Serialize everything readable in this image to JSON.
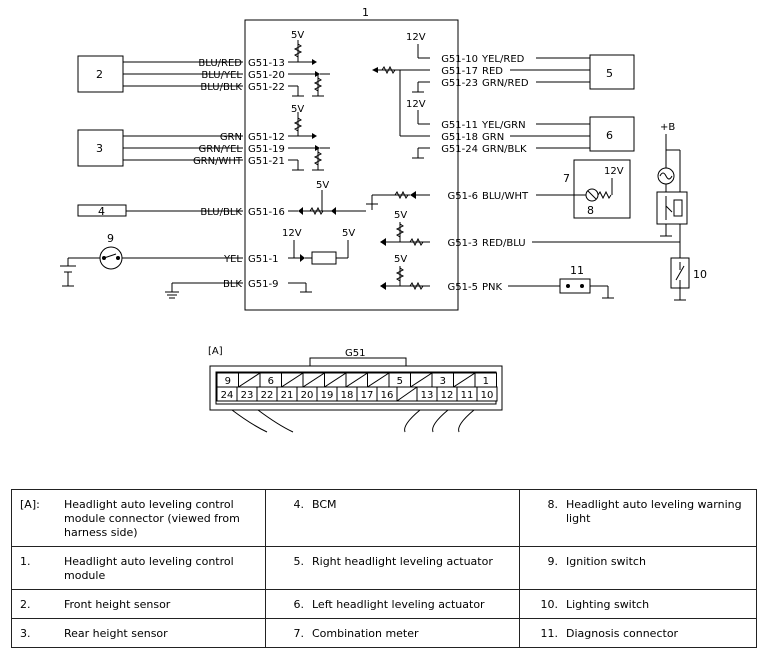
{
  "diagram": {
    "module_ref": "1",
    "volt_5": "5V",
    "volt_12": "12V",
    "plus_b": "+B",
    "components": {
      "c2": "2",
      "c3": "3",
      "c4": "4",
      "c5": "5",
      "c6": "6",
      "c7": "7",
      "c8": "8",
      "c9": "9",
      "c10": "10",
      "c11": "11"
    },
    "left_pins": [
      {
        "pin": "G51-13",
        "wire": "BLU/RED"
      },
      {
        "pin": "G51-20",
        "wire": "BLU/YEL"
      },
      {
        "pin": "G51-22",
        "wire": "BLU/BLK"
      },
      {
        "pin": "G51-12",
        "wire": "GRN"
      },
      {
        "pin": "G51-19",
        "wire": "GRN/YEL"
      },
      {
        "pin": "G51-21",
        "wire": "GRN/WHT"
      },
      {
        "pin": "G51-16",
        "wire": "BLU/BLK"
      },
      {
        "pin": "G51-1",
        "wire": "YEL"
      },
      {
        "pin": "G51-9",
        "wire": "BLK"
      }
    ],
    "right_pins": [
      {
        "pin": "G51-10",
        "wire": "YEL/RED"
      },
      {
        "pin": "G51-17",
        "wire": "RED"
      },
      {
        "pin": "G51-23",
        "wire": "GRN/RED"
      },
      {
        "pin": "G51-11",
        "wire": "YEL/GRN"
      },
      {
        "pin": "G51-18",
        "wire": "GRN"
      },
      {
        "pin": "G51-24",
        "wire": "GRN/BLK"
      },
      {
        "pin": "G51-6",
        "wire": "BLU/WHT"
      },
      {
        "pin": "G51-3",
        "wire": "RED/BLU"
      },
      {
        "pin": "G51-5",
        "wire": "PNK"
      }
    ],
    "connector": {
      "tag": "[A]",
      "name": "G51",
      "top_row": [
        "9",
        "",
        "6",
        "",
        "",
        "",
        "",
        "",
        "5",
        "",
        "3",
        "",
        "1"
      ],
      "bottom_row": [
        "24",
        "23",
        "22",
        "21",
        "20",
        "19",
        "18",
        "17",
        "16",
        "",
        "13",
        "12",
        "11",
        "10"
      ]
    }
  },
  "legend": [
    [
      {
        "key": "[A]:",
        "text": "Headlight auto leveling control module connector (viewed from harness side)"
      },
      {
        "key": "4.",
        "text": "BCM"
      },
      {
        "key": "8.",
        "text": "Headlight auto leveling warning light"
      }
    ],
    [
      {
        "key": "1.",
        "text": "Headlight auto leveling control module"
      },
      {
        "key": "5.",
        "text": "Right headlight leveling actuator"
      },
      {
        "key": "9.",
        "text": "Ignition switch"
      }
    ],
    [
      {
        "key": "2.",
        "text": "Front height sensor"
      },
      {
        "key": "6.",
        "text": "Left headlight leveling actuator"
      },
      {
        "key": "10.",
        "text": "Lighting switch"
      }
    ],
    [
      {
        "key": "3.",
        "text": "Rear height sensor"
      },
      {
        "key": "7.",
        "text": "Combination meter"
      },
      {
        "key": "11.",
        "text": "Diagnosis connector"
      }
    ]
  ]
}
